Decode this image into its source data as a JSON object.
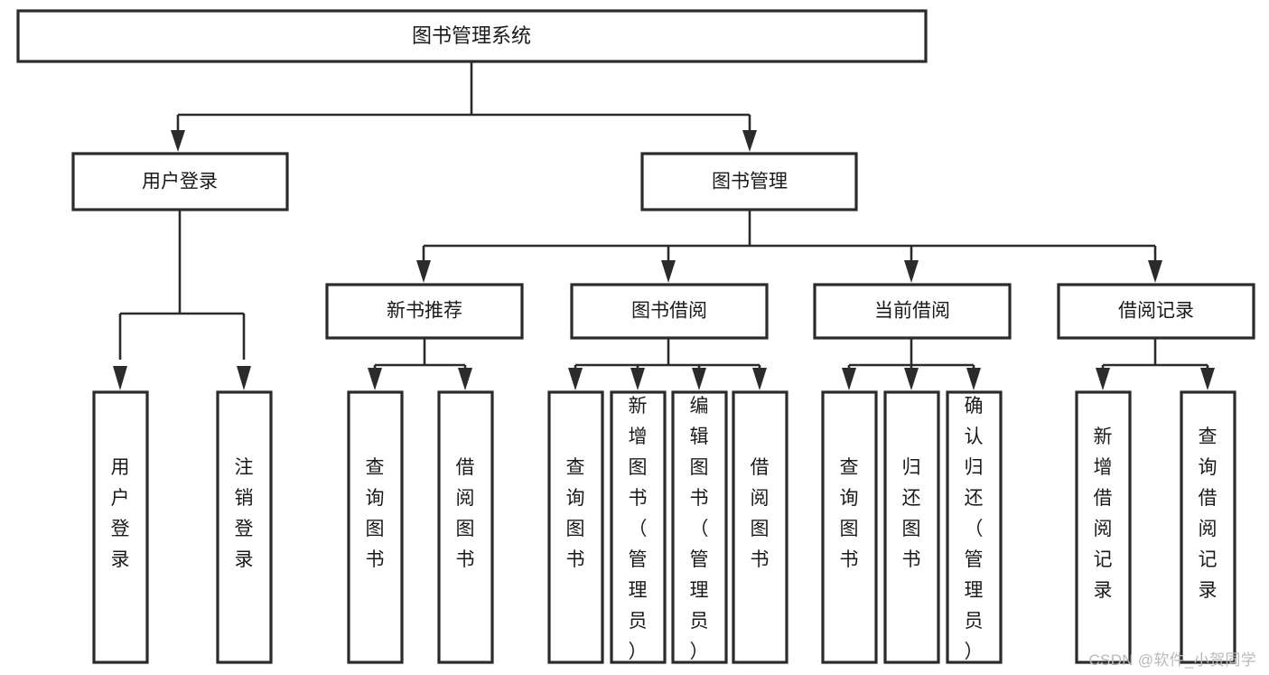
{
  "diagram": {
    "title": "图书管理系统",
    "type": "tree",
    "orientation": "top-down",
    "watermark": "CSDN @软件_小贺同学",
    "colors": {
      "box_stroke": "#2b2b2b",
      "box_fill": "#ffffff",
      "connector": "#2b2b2b",
      "text": "#1a1a1a",
      "background": "#ffffff",
      "watermark": "#b9b9b9"
    },
    "root": {
      "label": "图书管理系统"
    },
    "level2": [
      {
        "label": "用户登录"
      },
      {
        "label": "图书管理"
      }
    ],
    "level3": [
      {
        "label": "新书推荐"
      },
      {
        "label": "图书借阅"
      },
      {
        "label": "当前借阅"
      },
      {
        "label": "借阅记录"
      }
    ],
    "leaves": {
      "user_login": [
        {
          "label": "用户登录"
        },
        {
          "label": "注销登录"
        }
      ],
      "new_book_recommend": [
        {
          "label": "查询图书"
        },
        {
          "label": "借阅图书"
        }
      ],
      "book_borrow": [
        {
          "label": "查询图书"
        },
        {
          "label": "新增图书（管理员）"
        },
        {
          "label": "编辑图书（管理员）"
        },
        {
          "label": "借阅图书"
        }
      ],
      "current_borrow": [
        {
          "label": "查询图书"
        },
        {
          "label": "归还图书"
        },
        {
          "label": "确认归还（管理员）"
        }
      ],
      "borrow_record": [
        {
          "label": "新增借阅记录"
        },
        {
          "label": "查询借阅记录"
        }
      ]
    }
  }
}
